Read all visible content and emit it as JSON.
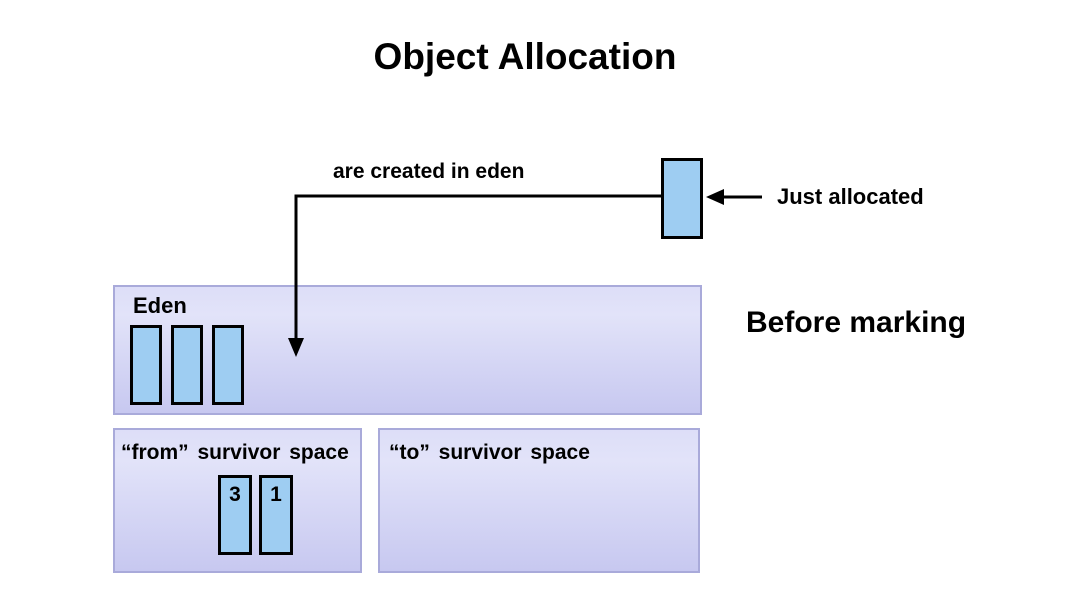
{
  "title": "Object Allocation",
  "annotations": {
    "created_in_eden": "are created in eden",
    "just_allocated": "Just allocated",
    "before_marking": "Before marking"
  },
  "regions": {
    "eden": {
      "label": "Eden",
      "object_count": 3
    },
    "from_survivor": {
      "label": "“from” survivor space",
      "objects": [
        "3",
        "1"
      ]
    },
    "to_survivor": {
      "label": "“to” survivor space",
      "objects": []
    }
  },
  "colors": {
    "background": "#ffffff",
    "text": "#000000",
    "object_fill": "#9ecdf2",
    "object_border": "#000000",
    "region_fill_top": "#dddef8",
    "region_fill_bottom": "#c7c8f0",
    "region_border": "#a9aada",
    "arrow": "#000000"
  }
}
